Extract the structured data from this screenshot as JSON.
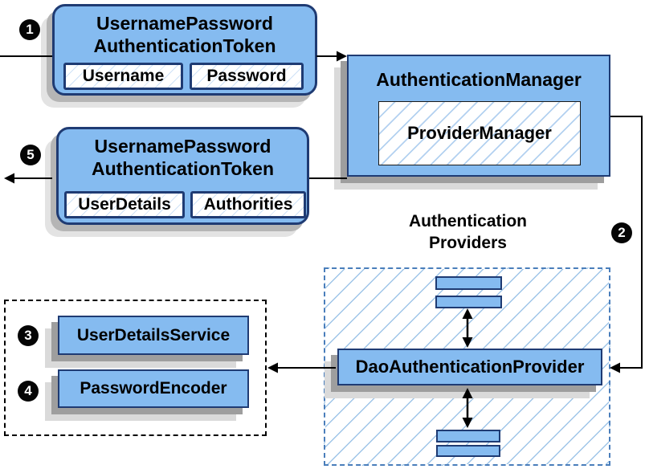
{
  "steps": {
    "s1": "1",
    "s2": "2",
    "s3": "3",
    "s4": "4",
    "s5": "5"
  },
  "token_request": {
    "title": [
      "UsernamePassword",
      "AuthenticationToken"
    ],
    "fields": [
      "Username",
      "Password"
    ]
  },
  "auth_manager": {
    "title": "AuthenticationManager",
    "inner": "ProviderManager"
  },
  "token_result": {
    "title": [
      "UsernamePassword",
      "AuthenticationToken"
    ],
    "fields": [
      "UserDetails",
      "Authorities"
    ]
  },
  "providers_group": {
    "label": [
      "Authentication",
      "Providers"
    ]
  },
  "dao_provider": {
    "title": "DaoAuthenticationProvider"
  },
  "services": {
    "items": [
      "UserDetailsService",
      "PasswordEncoder"
    ]
  },
  "colors": {
    "box_fill": "#85BBF0",
    "box_border": "#1F3B73",
    "hatch_line": "#9FC5E8",
    "providers_dash_border": "#4A7EBB",
    "services_dash_border": "#000000",
    "shadow_dark": "#9E9E9E",
    "shadow_light": "#DADADA",
    "connector": "#000000"
  }
}
